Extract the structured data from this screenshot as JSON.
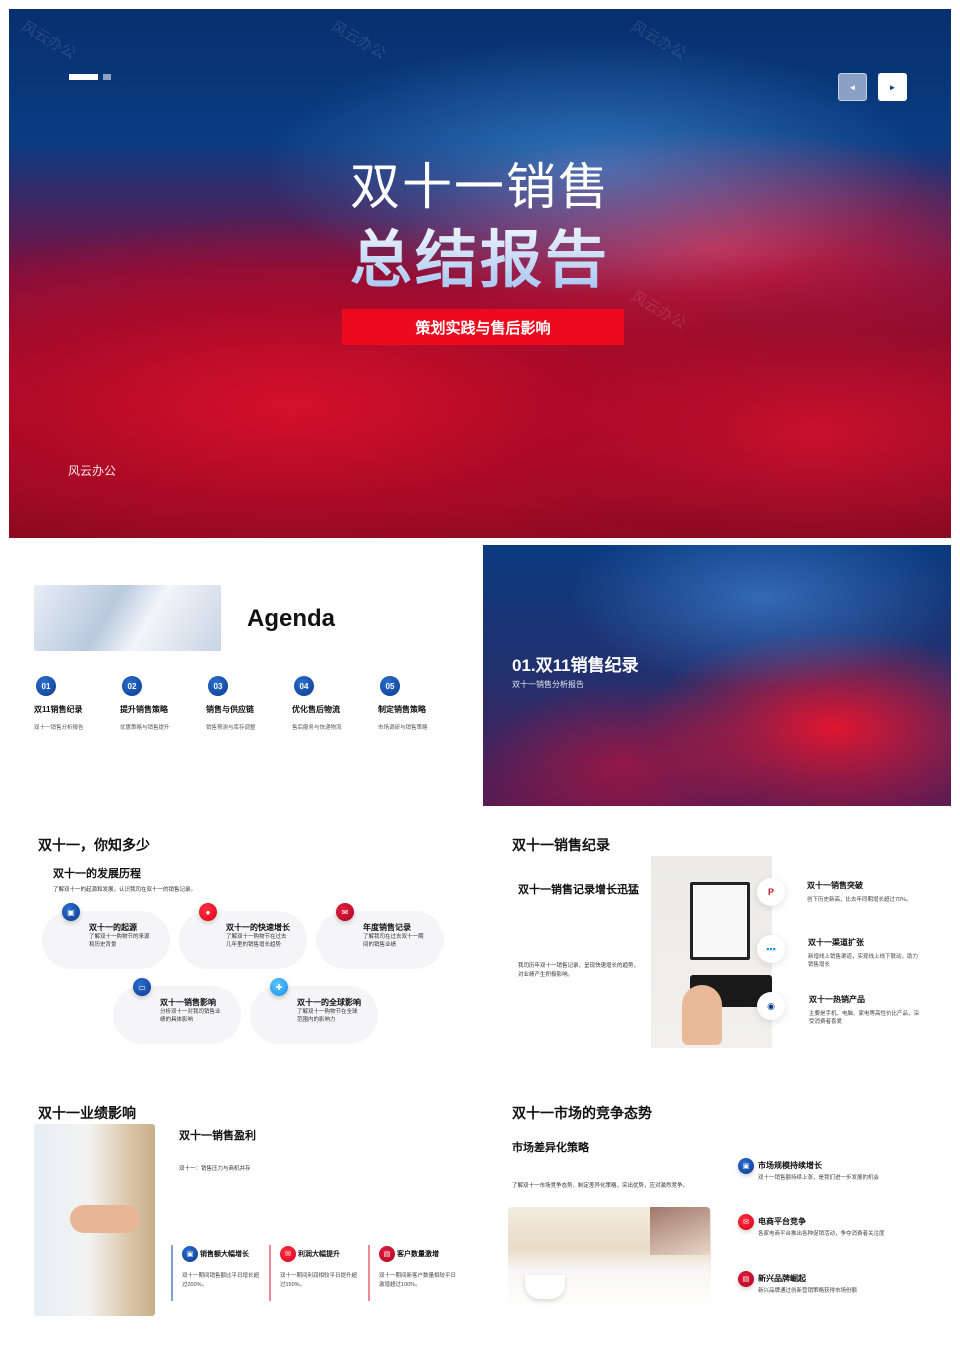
{
  "hero": {
    "title_line1": "双十一销售",
    "title_line2": "总结报告",
    "subtitle_button": "策划实践与售后影响",
    "brand": "风云办公",
    "watermark": "风云办公",
    "prev_icon": "◄",
    "next_icon": "►"
  },
  "agenda": {
    "title": "Agenda",
    "items": [
      {
        "num": "01",
        "title": "双11销售纪录",
        "desc": "双十一销售分析报告"
      },
      {
        "num": "02",
        "title": "提升销售策略",
        "desc": "优惠策略与销售提升"
      },
      {
        "num": "03",
        "title": "销售与供应链",
        "desc": "销售预测与库存调整"
      },
      {
        "num": "04",
        "title": "优化售后物流",
        "desc": "售后服务与快递物流"
      },
      {
        "num": "05",
        "title": "制定销售策略",
        "desc": "市场调研与销售策略"
      }
    ]
  },
  "section": {
    "title": "01.双11销售纪录",
    "subtitle": "双十一销售分析报告"
  },
  "knowledge": {
    "title": "双十一，你知多少",
    "subtitle": "双十一的发展历程",
    "intro": "了解双十一的起源和发展，认识我司在双十一的销售记录。",
    "cards": [
      {
        "title": "双十一的起源",
        "desc": "了解双十一购物节的来源和历史背景",
        "icon": "image-icon"
      },
      {
        "title": "双十一的快速增长",
        "desc": "了解双十一购物节在过去几年里的销售增长趋势",
        "icon": "record-icon"
      },
      {
        "title": "年度销售记录",
        "desc": "了解我司在过去双十一期间的销售业绩",
        "icon": "mail-icon"
      },
      {
        "title": "双十一销售影响",
        "desc": "分析双十一对我司销售业绩的具体影响",
        "icon": "card-icon"
      },
      {
        "title": "双十一的全球影响",
        "desc": "了解双十一购物节在全球范围内的影响力",
        "icon": "puzzle-icon"
      }
    ]
  },
  "records": {
    "title": "双十一销售纪录",
    "headline": "双十一销售记录增长迅猛",
    "body": "我司历年双十一销售记录，呈现快速增长的趋势，对业绩产生积极影响。",
    "features": [
      {
        "title": "双十一销售突破",
        "desc": "创下历史新高，比去年同期增长超过70%。",
        "icon": "ppt-icon"
      },
      {
        "title": "双十一渠道扩张",
        "desc": "新增线上销售渠道，实现线上线下联动，助力销售增长",
        "icon": "chat-icon"
      },
      {
        "title": "双十一热销产品",
        "desc": "主要是手机、电脑、家电等高性价比产品，深受消费者喜爱",
        "icon": "webcam-icon"
      }
    ]
  },
  "impact": {
    "title": "双十一业绩影响",
    "subtitle": "双十一销售盈利",
    "note": "双十一：销售压力与商机并存",
    "kpis": [
      {
        "title": "销售额大幅增长",
        "desc": "双十一期间销售额比平日增长超过200%。",
        "color": "#0a3a8c"
      },
      {
        "title": "利润大幅提升",
        "desc": "双十一期间利润相较平日提升超过150%。",
        "color": "#e60012"
      },
      {
        "title": "客户数量激增",
        "desc": "双十一期间新客户数量相较平日激增超过100%。",
        "color": "#c0001f"
      }
    ]
  },
  "market": {
    "title": "双十一市场的竞争态势",
    "subtitle": "市场差异化策略",
    "intro": "了解双十一市场竞争态势，制定差异化策略，突出优势，应对激烈竞争。",
    "items": [
      {
        "title": "市场规模持续增长",
        "desc": "双十一销售额持续上涨，是我们进一步发展的机会"
      },
      {
        "title": "电商平台竞争",
        "desc": "各家电商平台推出各种促销活动，争夺消费者关注度"
      },
      {
        "title": "新兴品牌崛起",
        "desc": "新兴品牌通过创新营销策略获得市场份额"
      }
    ]
  },
  "colors": {
    "blue": "#0a3a8c",
    "red": "#e60012",
    "dark_red": "#c0001f"
  }
}
